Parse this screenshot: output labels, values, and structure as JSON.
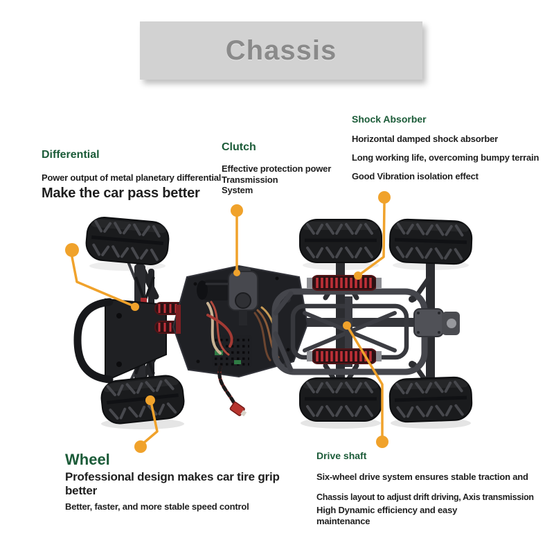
{
  "banner": {
    "title": "Chassis"
  },
  "colors": {
    "accent_orange": "#F0A22B",
    "heading_green": "#1B5B38",
    "banner_bg": "#D2D2D2",
    "banner_text": "#8A8A8A",
    "body_text": "#1E1E1E",
    "spring_red": "#BF3038"
  },
  "sections": {
    "differential": {
      "heading": "Differential",
      "line1": "Power output of metal planetary differential",
      "emphasis": "Make the car pass better"
    },
    "clutch": {
      "heading": "Clutch",
      "lines": [
        "Effective protection power",
        "Transmission",
        "System"
      ]
    },
    "shock_absorber": {
      "heading": "Shock Absorber",
      "lines": [
        "Horizontal damped shock absorber",
        "Long working life, overcoming bumpy terrain",
        "Good Vibration isolation effect"
      ]
    },
    "wheel": {
      "heading": "Wheel",
      "emphasis": "Professional design makes car tire grip better",
      "line1": "Better, faster, and more stable speed control"
    },
    "drive_shaft": {
      "heading": "Drive shaft",
      "line1": "Six-wheel drive system ensures stable traction and",
      "line2": "Chassis layout to adjust drift driving, Axis transmission",
      "line3": "High Dynamic efficiency and easy maintenance"
    }
  }
}
